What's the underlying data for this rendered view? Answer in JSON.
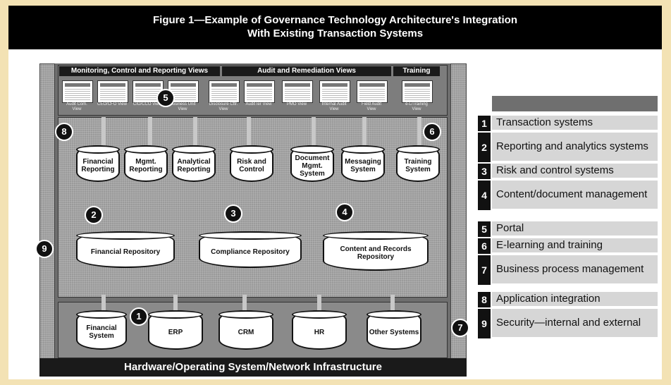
{
  "title": {
    "line1": "Figure 1—Example of Governance Technology Architecture's Integration",
    "line2": "With Existing Transaction Systems"
  },
  "top_sections": {
    "monitoring": "Monitoring, Control and Reporting Views",
    "audit": "Audit and Remediation Views",
    "training": "Training"
  },
  "thumbnails": [
    "Audit Com. View",
    "CEO/CFO View",
    "CIO/CCO View",
    "Business Unit View",
    "Disclosure Cttr. View",
    "Audit Ier View",
    "PMO View",
    "Internal Audit View",
    "Field Audit View",
    "e-L/Training View"
  ],
  "top_databases": [
    "Financial Reporting",
    "Mgmt. Reporting",
    "Analytical Reporting",
    "Risk and Control",
    "Document Mgmt. System",
    "Messaging System",
    "Training System"
  ],
  "repositories": [
    "Financial Repository",
    "Compliance Repository",
    "Content and Records Repository"
  ],
  "bottom_systems": [
    "Financial System",
    "ERP",
    "CRM",
    "HR",
    "Other Systems"
  ],
  "footer": "Hardware/Operating System/Network Infrastructure",
  "badges": [
    "1",
    "2",
    "3",
    "4",
    "5",
    "6",
    "7",
    "8",
    "9"
  ],
  "legend": [
    {
      "num": "1",
      "text": "Transaction systems"
    },
    {
      "num": "2",
      "text": "Reporting and analytics systems"
    },
    {
      "num": "3",
      "text": "Risk and control systems"
    },
    {
      "num": "4",
      "text": "Content/document management"
    },
    {
      "num": "5",
      "text": "Portal"
    },
    {
      "num": "6",
      "text": "E-learning and training"
    },
    {
      "num": "7",
      "text": "Business process management"
    },
    {
      "num": "8",
      "text": "Application integration"
    },
    {
      "num": "9",
      "text": "Security—internal and external"
    }
  ]
}
